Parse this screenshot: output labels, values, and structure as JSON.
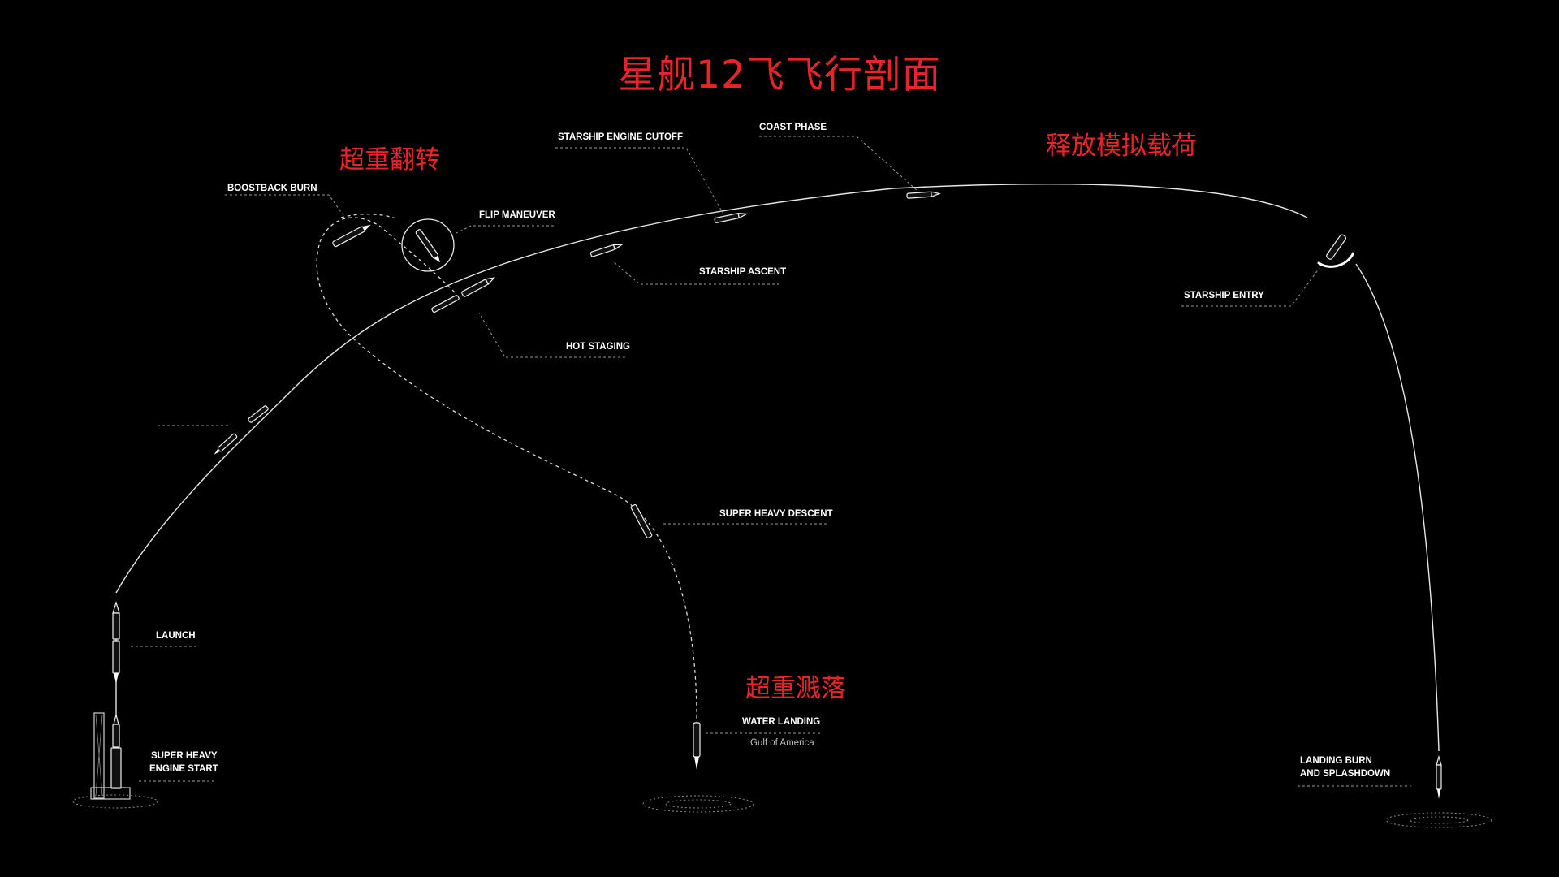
{
  "title": "星舰12飞飞行剖面",
  "highlights": {
    "boostback_flip": "超重翻转",
    "payload_deploy": "释放模拟载荷",
    "booster_splashdown": "超重溅落"
  },
  "phases": {
    "boostback_burn": "BOOSTBACK BURN",
    "flip_maneuver": "FLIP MANEUVER",
    "starship_engine_cutoff": "STARSHIP ENGINE CUTOFF",
    "coast_phase": "COAST PHASE",
    "starship_ascent": "STARSHIP ASCENT",
    "hot_staging": "HOT STAGING",
    "starship_entry": "STARSHIP ENTRY",
    "super_heavy_descent": "SUPER HEAVY DESCENT",
    "launch": "LAUNCH",
    "engine_start_line1": "SUPER HEAVY",
    "engine_start_line2": "ENGINE START",
    "water_landing": "WATER LANDING",
    "water_landing_location": "Gulf of America",
    "landing_line1": "LANDING BURN",
    "landing_line2": "AND SPLASHDOWN"
  },
  "colors": {
    "background": "#000000",
    "accent_red": "#e8242b",
    "line": "#e6e6e6"
  }
}
